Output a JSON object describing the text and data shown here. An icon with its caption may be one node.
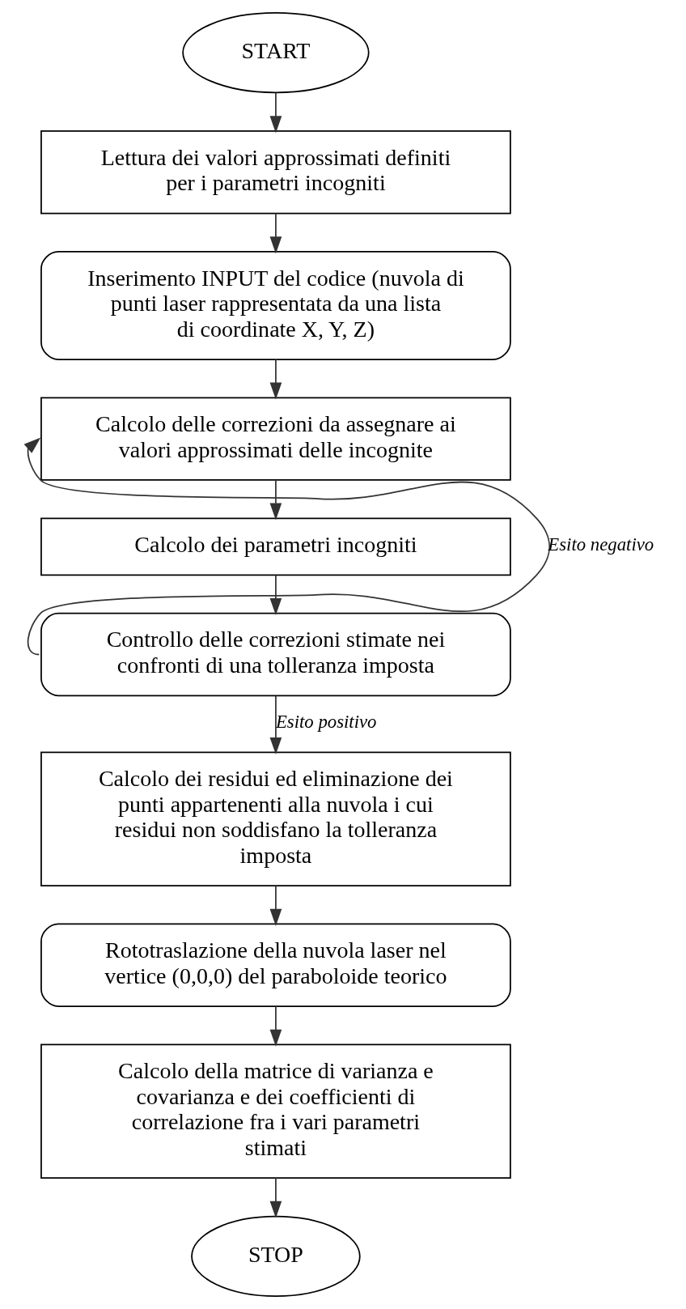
{
  "diagram": {
    "nodes": [
      {
        "text": [
          "START"
        ]
      },
      {
        "text": [
          "Lettura dei valori approssimati definiti per i parametri incogniti"
        ]
      },
      {
        "text": [
          "Inserimento INPUT del codice (nuvola di punti laser rappresentata da una lista di coordinate X, Y, Z)"
        ]
      },
      {
        "text": [
          "Calcolo delle correzioni da assegnare ai valori approssimati delle incognite"
        ]
      },
      {
        "text": [
          "Calcolo dei parametri incogniti"
        ]
      },
      {
        "text": [
          "Controllo delle correzioni stimate nei confronti di una tolleranza imposta"
        ]
      },
      {
        "text": [
          "Calcolo dei residui ed eliminazione dei punti appartenenti alla nuvola i cui residui non soddisfano la tolleranza imposta"
        ]
      },
      {
        "text": [
          "Rototraslazione della nuvola laser nel vertice (0,0,0) del paraboloide teorico"
        ]
      },
      {
        "text": [
          "Calcolo della matrice di varianza e covarianza e dei coefficienti di correlazione fra i vari parametri stimati"
        ]
      },
      {
        "text": [
          "STOP"
        ]
      }
    ],
    "edges": [
      {
        "from": 0,
        "to": 1,
        "arrow": "to"
      },
      {
        "from": 1,
        "to": 2,
        "arrow": "to"
      },
      {
        "from": 2,
        "to": 3,
        "arrow": "to"
      },
      {
        "from": 3,
        "to": 4,
        "arrow": "to"
      },
      {
        "from": 4,
        "to": 5,
        "arrow": "to"
      },
      {
        "from": 5,
        "to": 3,
        "arrow": "to",
        "label": "Esito negativo"
      },
      {
        "from": 5,
        "to": 6,
        "arrow": "to",
        "label": "Esito positivo"
      },
      {
        "from": 6,
        "to": 7,
        "arrow": "to"
      },
      {
        "from": 7,
        "to": 8,
        "arrow": "to"
      },
      {
        "from": 8,
        "to": 9,
        "arrow": "to"
      }
    ]
  }
}
